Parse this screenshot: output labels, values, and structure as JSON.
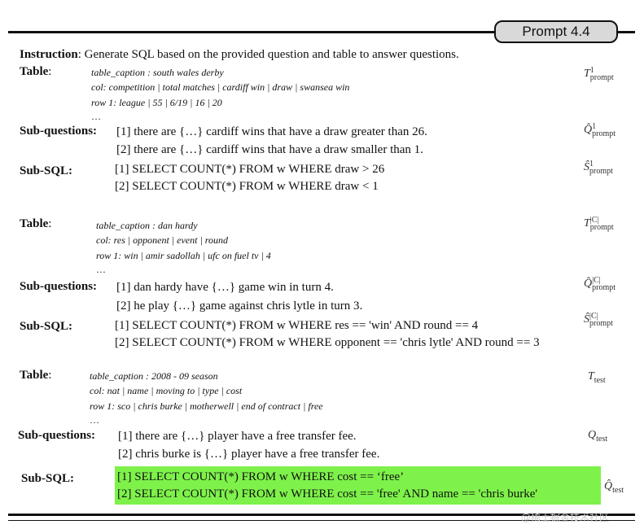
{
  "badge": "Prompt 4.4",
  "instruction": {
    "label": "Instruction",
    "text": ": Generate SQL based on the provided question and table to answer questions."
  },
  "labels": {
    "table": "Table",
    "colon": ":",
    "subq": "Sub-questions:",
    "subsql": "Sub-SQL:"
  },
  "blocks": [
    {
      "caption": "table_caption : south wales derby",
      "col": "col: competition | total matches | cardiff win | draw | swansea win",
      "row": "row 1: league | 55 | 6/19 | 16 | 20",
      "ellipsis": "…",
      "questions": [
        "[1] there are {…} cardiff wins that have a draw greater than 26.",
        "[2] there are {…} cardiff wins that have a draw smaller than 1."
      ],
      "sql": [
        "[1] SELECT COUNT(*) FROM w WHERE draw > 26",
        "[2] SELECT COUNT(*) FROM w WHERE draw < 1"
      ],
      "sym_t": {
        "base": "T",
        "sup": "1",
        "sub": "prompt"
      },
      "sym_q": {
        "base": "Q̂",
        "sup": "1",
        "sub": "prompt"
      },
      "sym_s": {
        "base": "Ŝ",
        "sup": "1",
        "sub": "prompt"
      }
    },
    {
      "caption": "table_caption : dan hardy",
      "col": "col: res | opponent | event | round",
      "row": "row 1: win | amir sadollah | ufc on fuel tv | 4",
      "ellipsis": "…",
      "questions": [
        "[1] dan hardy have {…} game win in turn 4.",
        "[2] he play {…} game against chris lytle in turn 3."
      ],
      "sql": [
        "[1] SELECT COUNT(*) FROM w WHERE res == 'win' AND round == 4",
        "[2] SELECT COUNT(*) FROM w WHERE opponent == 'chris lytle' AND round == 3"
      ],
      "sym_t": {
        "base": "T",
        "sup": "|C|",
        "sub": "prompt"
      },
      "sym_q": {
        "base": "Q̂",
        "sup": "|C|",
        "sub": "prompt"
      },
      "sym_s": {
        "base": "Ŝ",
        "sup": "|C|",
        "sub": "prompt"
      }
    },
    {
      "caption": "table_caption : 2008 - 09 season",
      "col": "col: nat | name | moving to | type | cost",
      "row": "row 1: sco | chris burke | motherwell | end of contract | free",
      "ellipsis": "…",
      "questions": [
        "[1] there are {…} player have a free transfer fee.",
        "[2] chris burke is {…} player have a free transfer fee."
      ],
      "sql": [
        "[1] SELECT COUNT(*) FROM w WHERE cost == ‘free’",
        "[2] SELECT COUNT(*) FROM w WHERE cost == 'free' AND name == 'chris burke'"
      ],
      "sym_t": {
        "base": "T",
        "sub": "test"
      },
      "sym_q": {
        "base": "Q",
        "sub": "test"
      },
      "sym_s": {
        "base": "Q̂",
        "sub": "test"
      }
    }
  ],
  "watermark": "@稀土掘金技术社区",
  "colors": {
    "highlight": "#7ef24a",
    "badge_bg": "#d9d9d9"
  }
}
